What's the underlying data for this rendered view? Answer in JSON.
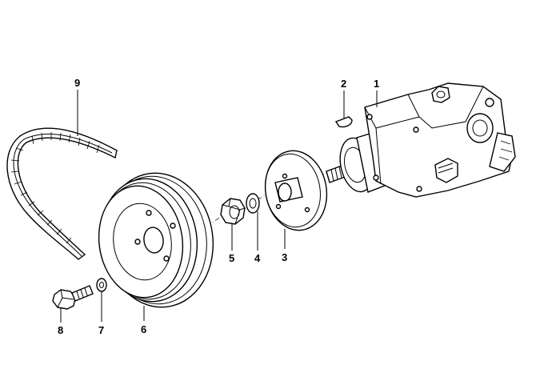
{
  "labels": [
    {
      "id": "1",
      "text": "1"
    },
    {
      "id": "2",
      "text": "2"
    },
    {
      "id": "3",
      "text": "3"
    },
    {
      "id": "4",
      "text": "4"
    },
    {
      "id": "5",
      "text": "5"
    },
    {
      "id": "6",
      "text": "6"
    },
    {
      "id": "7",
      "text": "7"
    },
    {
      "id": "8",
      "text": "8"
    },
    {
      "id": "9",
      "text": "9"
    }
  ]
}
